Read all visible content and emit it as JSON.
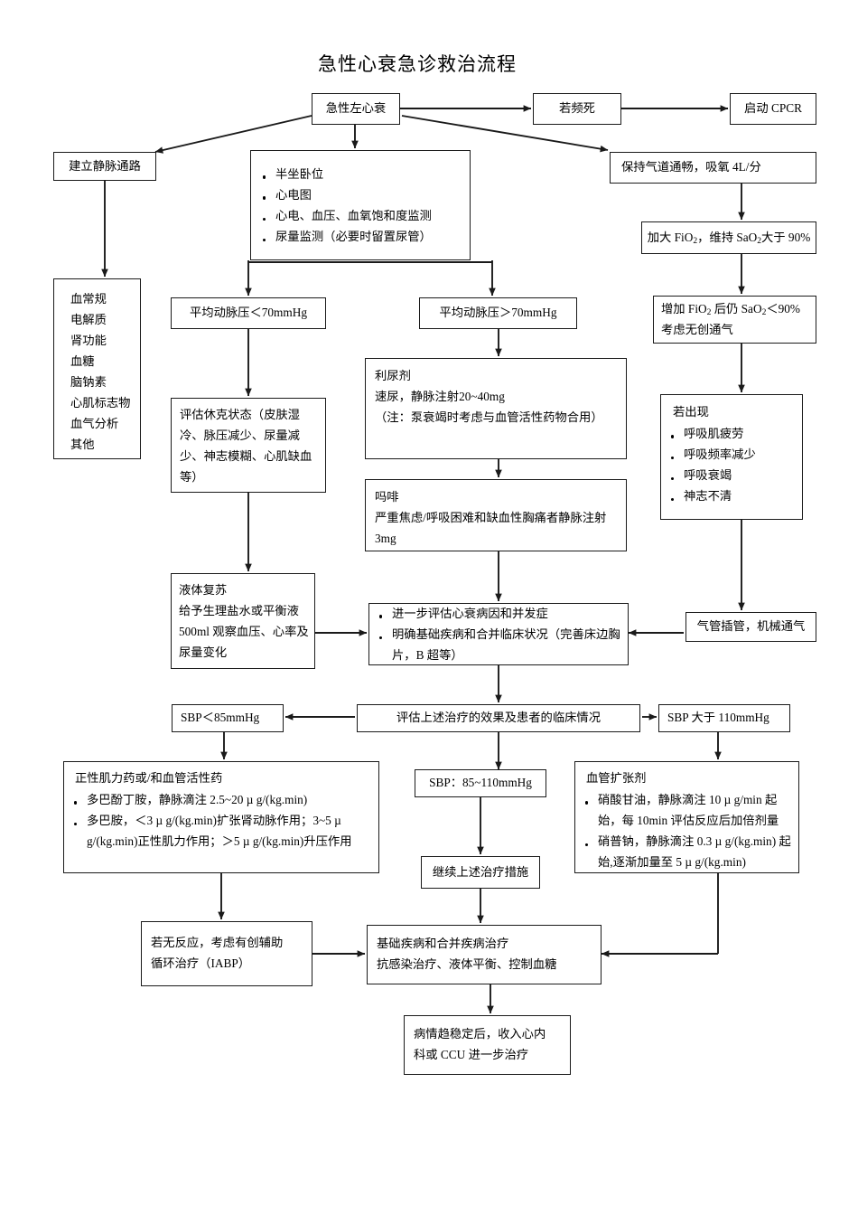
{
  "title": "急性心衰急诊救治流程",
  "nodes": {
    "acute_lhf": {
      "label": "急性左心衰"
    },
    "near_death": {
      "label": "若频死"
    },
    "cpcr": {
      "label": "启动 CPCR"
    },
    "iv_access": {
      "label": "建立静脉通路"
    },
    "initial_measures": {
      "items": [
        "半坐卧位",
        "心电图",
        "心电、血压、血氧饱和度监测",
        "尿量监测（必要时留置尿管）"
      ]
    },
    "airway": {
      "label": "保持气道通畅，吸氧 4L/分"
    },
    "fio2": {
      "line1_a": "加大 FiO",
      "line1_sub1": "2",
      "line1_b": "，维持 SaO",
      "line1_sub2": "2",
      "line1_c": "大于 90%"
    },
    "labs": {
      "items": [
        "血常规",
        "电解质",
        "肾功能",
        "血糖",
        "脑钠素",
        "心肌标志物",
        "血气分析",
        "其他"
      ]
    },
    "map_low": {
      "label": "平均动脉压＜70mmHg"
    },
    "map_high": {
      "label": "平均动脉压＞70mmHg"
    },
    "niv": {
      "line1_a": "增加 FiO",
      "line1_sub1": "2",
      "line1_b": " 后仍 SaO",
      "line1_sub2": "2",
      "line1_c": "＜90%",
      "line2": "考虑无创通气"
    },
    "shock_assess": {
      "label": "评估休克状态（皮肤湿冷、脉压减少、尿量减少、神志模糊、心肌缺血等）"
    },
    "diuretic": {
      "line1": "利尿剂",
      "line2": "速尿，静脉注射20~40mg",
      "line3": "（注：泵衰竭时考虑与血管活性药物合用）"
    },
    "resp_failure": {
      "header": "若出现",
      "items": [
        "呼吸肌疲劳",
        "呼吸频率减少",
        "呼吸衰竭",
        "神志不清"
      ]
    },
    "morphine": {
      "line1": "吗啡",
      "line2": "严重焦虑/呼吸困难和缺血性胸痛者静脉注射 3mg"
    },
    "fluid_resus": {
      "line1": "液体复苏",
      "line2": "给予生理盐水或平衡液",
      "line3": "500ml 观察血压、心率及",
      "line4": "尿量变化"
    },
    "further_eval": {
      "items": [
        "进一步评估心衰病因和并发症",
        "明确基础疾病和合并临床状况（完善床边胸片，B 超等）"
      ]
    },
    "intubation": {
      "label": "气管插管，机械通气"
    },
    "reassess": {
      "label": "评估上述治疗的效果及患者的临床情况"
    },
    "sbp_low": {
      "label": "SBP＜85mmHg"
    },
    "sbp_mid": {
      "label": "SBP：85~110mmHg"
    },
    "sbp_high": {
      "label": "SBP 大于 110mmHg"
    },
    "inotropes": {
      "header": "正性肌力药或/和血管活性药",
      "items": [
        "多巴酚丁胺，静脉滴注 2.5~20 µ g/(kg.min)",
        "多巴胺，＜3 µ g/(kg.min)扩张肾动脉作用；3~5 µ g/(kg.min)正性肌力作用；＞5 µ g/(kg.min)升压作用"
      ]
    },
    "continue_tx": {
      "label": "继续上述治疗措施"
    },
    "vasodilators": {
      "header": "血管扩张剂",
      "items": [
        "硝酸甘油，静脉滴注 10 µ g/min 起始，每 10min 评估反应后加倍剂量",
        "硝普钠，静脉滴注 0.3 µ g/(kg.min) 起始,逐渐加量至 5 µ g/(kg.min)"
      ]
    },
    "iabp": {
      "line1": "若无反应，考虑有创辅助",
      "line2": "循环治疗（IABP）"
    },
    "comorbid_tx": {
      "line1": "基础疾病和合并疾病治疗",
      "line2": "抗感染治疗、液体平衡、控制血糖"
    },
    "admit": {
      "line1": "病情趋稳定后，收入心内",
      "line2": "科或 CCU 进一步治疗"
    }
  },
  "colors": {
    "stroke": "#1a1a1a",
    "background": "#ffffff",
    "text": "#000000"
  }
}
